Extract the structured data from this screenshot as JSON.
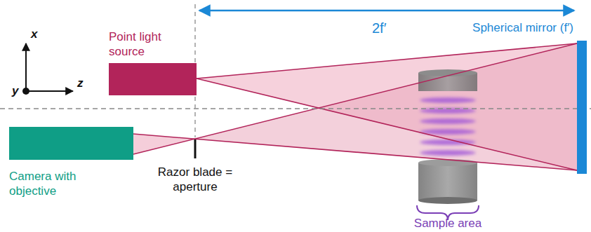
{
  "diagram": {
    "nodes": [
      {
        "text": [
          "Point light source"
        ]
      },
      {
        "text": [
          "Camera with objective"
        ]
      },
      {
        "text": [
          "Spherical mirror (f′)"
        ]
      }
    ],
    "labels": [
      "x",
      "y",
      "z",
      "2f′",
      "Razor blade = aperture",
      "Sample area"
    ]
  }
}
